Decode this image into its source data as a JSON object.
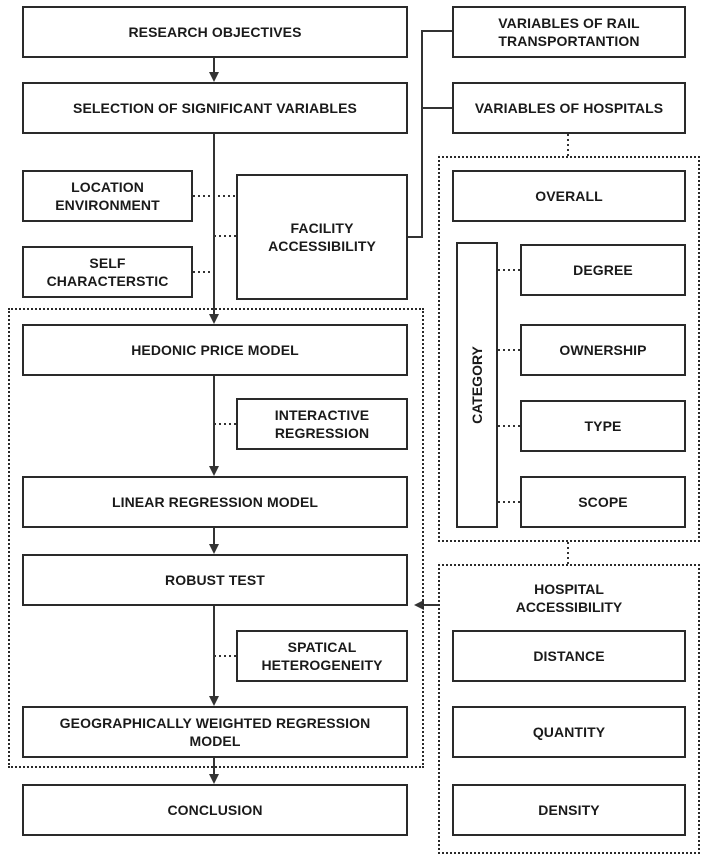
{
  "boxes": {
    "research_objectives": "RESEARCH OBJECTIVES",
    "selection_variables": "SELECTION OF SIGNIFICANT VARIABLES",
    "rail_variables_line1": "VARIABLES OF RAIL",
    "rail_variables_line2": "TRANSPORTANTION",
    "hospital_variables": "VARIABLES OF HOSPITALS",
    "location_line1": "LOCATION",
    "location_line2": "ENVIRONMENT",
    "facility_line1": "FACILITY",
    "facility_line2": "ACCESSIBILITY",
    "self_line1": "SELF",
    "self_line2": "CHARACTERSTIC",
    "overall": "OVERALL",
    "category": "CATEGORY",
    "degree": "DEGREE",
    "ownership": "OWNERSHIP",
    "type": "TYPE",
    "scope": "SCOPE",
    "hedonic": "HEDONIC PRICE MODEL",
    "interactive_line1": "INTERACTIVE",
    "interactive_line2": "REGRESSION",
    "linear": "LINEAR REGRESSION MODEL",
    "robust": "ROBUST TEST",
    "spatial_line1": "SPATICAL",
    "spatial_line2": "HETEROGENEITY",
    "gwr_line1": "GEOGRAPHICALLY WEIGHTED REGRESSION",
    "gwr_line2": "MODEL",
    "conclusion": "CONCLUSION",
    "hospital_access_line1": "HOSPITAL",
    "hospital_access_line2": "ACCESSIBILITY",
    "distance": "DISTANCE",
    "quantity": "QUANTITY",
    "density": "DENSITY"
  }
}
